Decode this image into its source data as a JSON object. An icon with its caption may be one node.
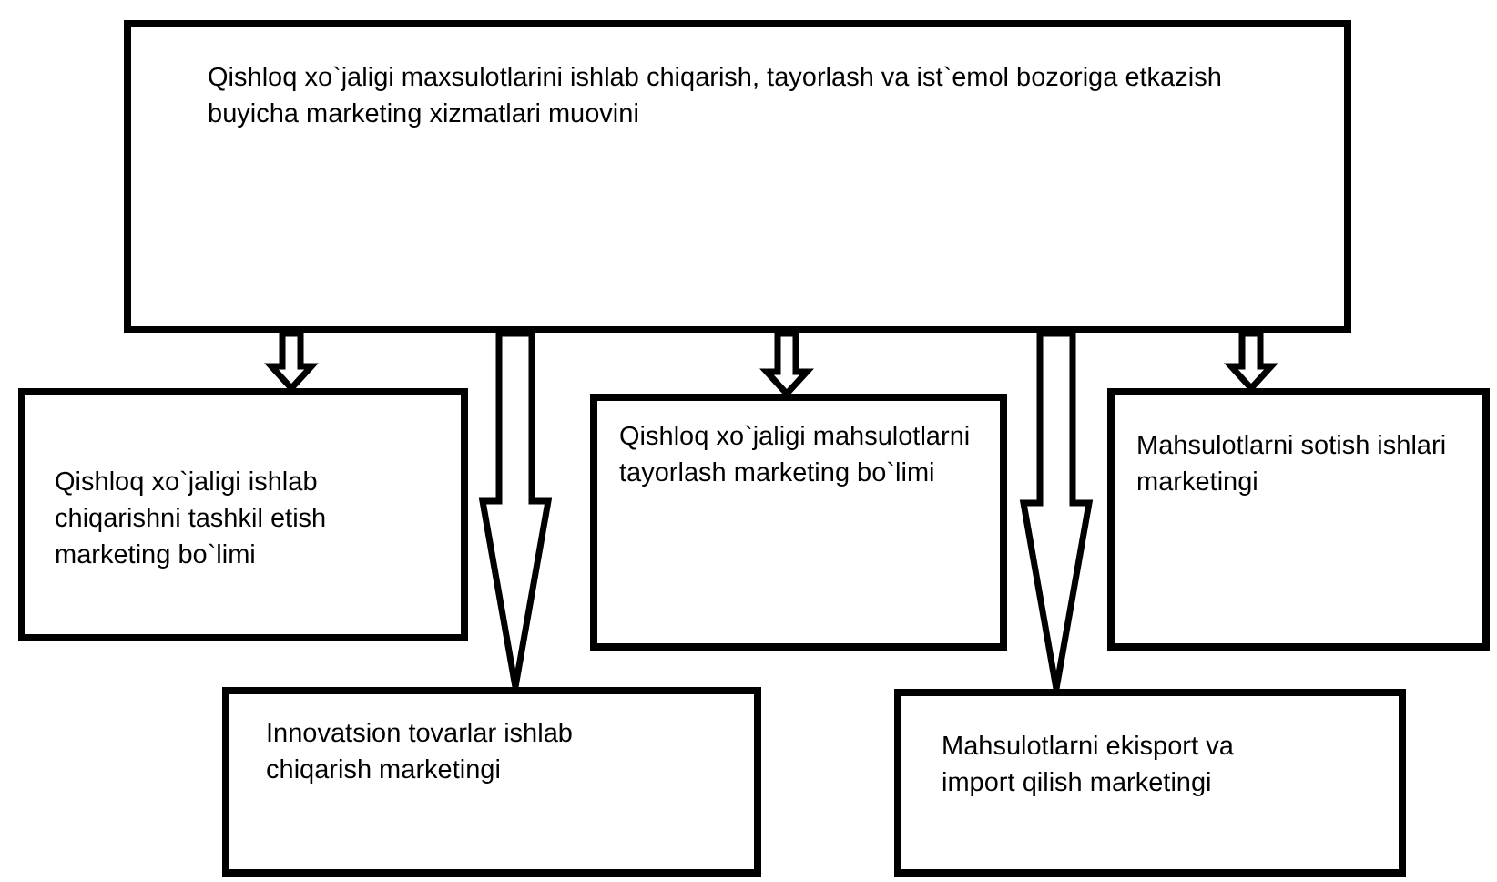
{
  "diagram": {
    "nodes": [
      {
        "text": [
          "Qishloq xo`jaligi maxsulotlarini ishlab chiqarish, tayorlash va ist`emol bozoriga etkazish buyicha marketing xizmatlari muovini"
        ]
      },
      {
        "text": [
          "Qishloq xo`jaligi ishlab chiqarishni tashkil etish marketing bo`limi"
        ]
      },
      {
        "text": [
          "Qishloq xo`jaligi mahsulotlarni tayorlash marketing bo`limi"
        ]
      },
      {
        "text": [
          "Mahsulotlarni sotish ishlari marketingi"
        ]
      },
      {
        "text": [
          "Innovatsion tovarlar ishlab chiqarish marketingi"
        ]
      },
      {
        "text": [
          "Mahsulotlarni ekisport va import qilish marketingi"
        ]
      }
    ],
    "edges": [
      {
        "from": 0,
        "to": 1,
        "arrow": "to"
      },
      {
        "from": 0,
        "to": 4,
        "arrow": "to"
      },
      {
        "from": 0,
        "to": 2,
        "arrow": "to"
      },
      {
        "from": 0,
        "to": 5,
        "arrow": "to"
      },
      {
        "from": 0,
        "to": 3,
        "arrow": "to"
      }
    ]
  }
}
